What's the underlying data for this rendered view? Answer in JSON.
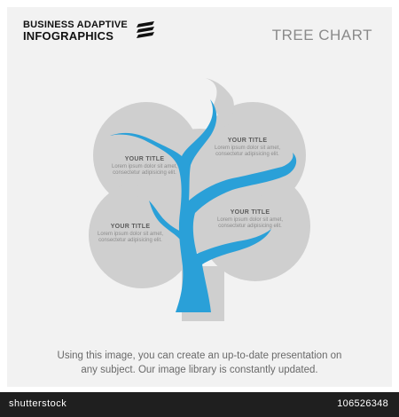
{
  "header": {
    "brand_line1": "BUSINESS ADAPTIVE",
    "brand_line2": "INFOGRAPHICS",
    "title": "TREE CHART"
  },
  "colors": {
    "background": "#f2f2f2",
    "crown": "#cfcfcf",
    "trunk": "#2aa0d8",
    "text_title": "#5c5c5c",
    "text_body": "#8c8c8c"
  },
  "boxes": [
    {
      "title": "YOUR TITLE",
      "body": "Lorem ipsum dolor sit amet, consectetur adipisicing elit."
    },
    {
      "title": "YOUR TITLE",
      "body": "Lorem ipsum dolor sit amet, consectetur adipisicing elit."
    },
    {
      "title": "YOUR TITLE",
      "body": "Lorem ipsum dolor sit amet, consectetur adipisicing elit."
    },
    {
      "title": "YOUR TITLE",
      "body": "Lorem ipsum dolor sit amet, consectetur adipisicing elit."
    }
  ],
  "footer": {
    "line1": "Using this image, you can create an up-to-date presentation on",
    "line2": "any subject. Our image library is constantly updated."
  },
  "stock_bar": {
    "logo": "shutterstock",
    "image_id": "106526348"
  }
}
